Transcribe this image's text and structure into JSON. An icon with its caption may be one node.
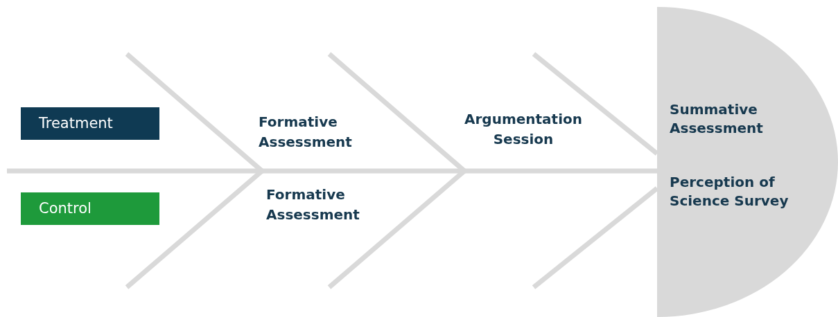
{
  "diagram": {
    "nodes": [
      {
        "text": [
          "Treatment"
        ]
      },
      {
        "text": [
          "Control"
        ]
      },
      {
        "text": [
          "Summative Assessment",
          "Perception of Science Survey"
        ]
      }
    ],
    "labels": [
      "Formative Assessment",
      "Argumentation Session",
      "Formative Assessment"
    ]
  }
}
